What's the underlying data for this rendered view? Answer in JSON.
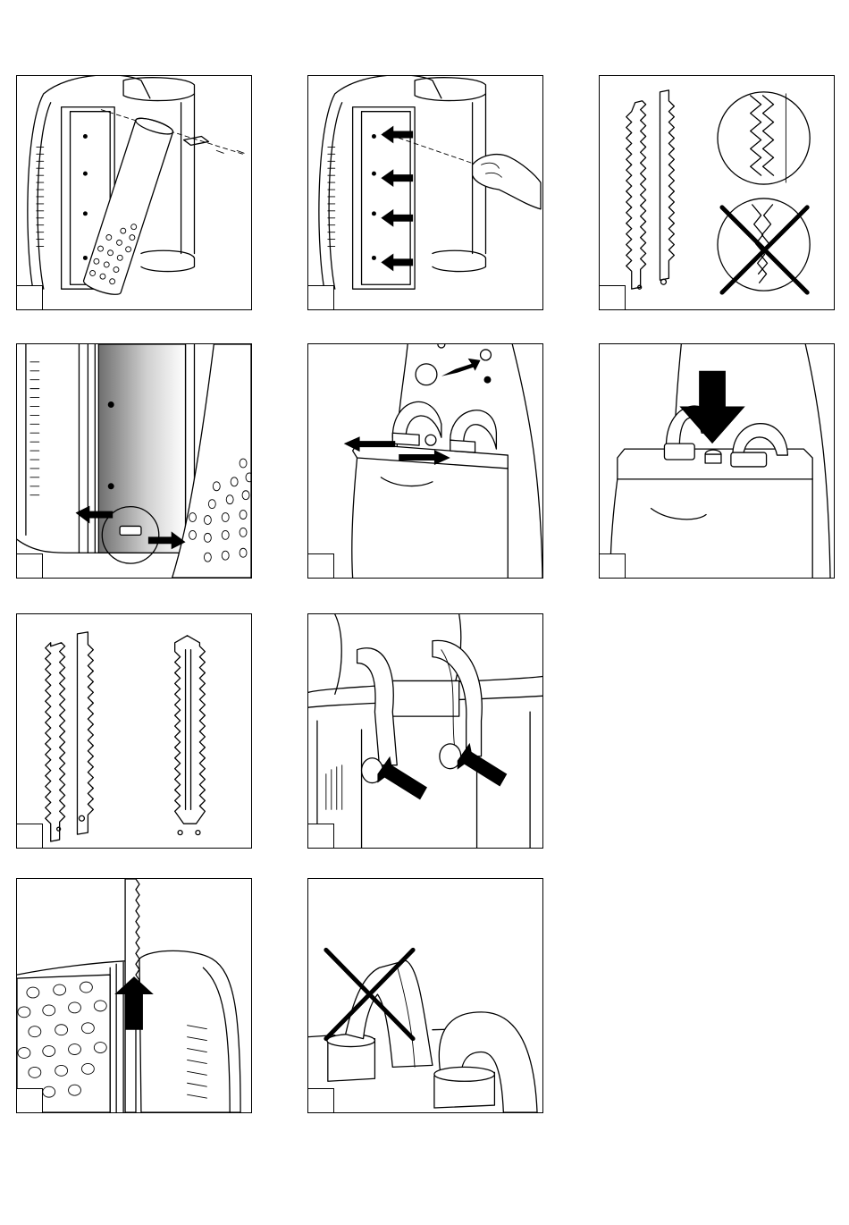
{
  "page": {
    "background": "#ffffff",
    "line_color": "#000000"
  },
  "panels": [
    {
      "id": "p1",
      "step": "",
      "depicts": "filter-removal"
    },
    {
      "id": "p2",
      "step": "",
      "depicts": "press-filter-holder"
    },
    {
      "id": "p3",
      "step": "",
      "depicts": "filter-rack-correct-incorrect"
    },
    {
      "id": "p4",
      "step": "",
      "depicts": "release-latch"
    },
    {
      "id": "p5",
      "step": "",
      "depicts": "hose-connection-top"
    },
    {
      "id": "p6",
      "step": "",
      "depicts": "press-down-button"
    },
    {
      "id": "p7",
      "step": "",
      "depicts": "filter-rack-assembly"
    },
    {
      "id": "p8",
      "step": "",
      "depicts": "connect-hoses"
    },
    {
      "id": "p9",
      "step": "",
      "depicts": "insert-rack"
    },
    {
      "id": "p10",
      "step": "",
      "depicts": "incorrect-hose-position"
    }
  ]
}
